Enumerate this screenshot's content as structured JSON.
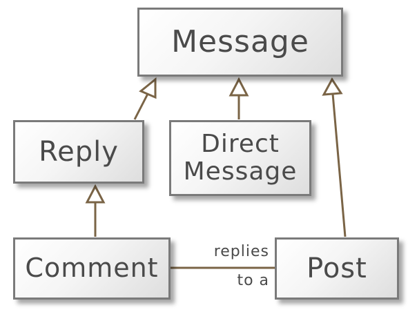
{
  "diagram": {
    "nodes": {
      "message": {
        "lines": [
          "Message"
        ]
      },
      "reply": {
        "lines": [
          "Reply"
        ]
      },
      "direct_message": {
        "lines": [
          "Direct",
          "Message"
        ]
      },
      "comment": {
        "lines": [
          "Comment"
        ]
      },
      "post": {
        "lines": [
          "Post"
        ]
      }
    },
    "association": {
      "from": "comment",
      "to": "post",
      "label_line1": "replies",
      "label_line2": "to a"
    },
    "inheritance": [
      {
        "child": "reply",
        "parent": "message"
      },
      {
        "child": "direct_message",
        "parent": "message"
      },
      {
        "child": "post",
        "parent": "message"
      },
      {
        "child": "comment",
        "parent": "reply"
      }
    ],
    "colors": {
      "edge": "#7a6446",
      "border": "#7a7a7a",
      "text": "#4a4a4a"
    }
  }
}
